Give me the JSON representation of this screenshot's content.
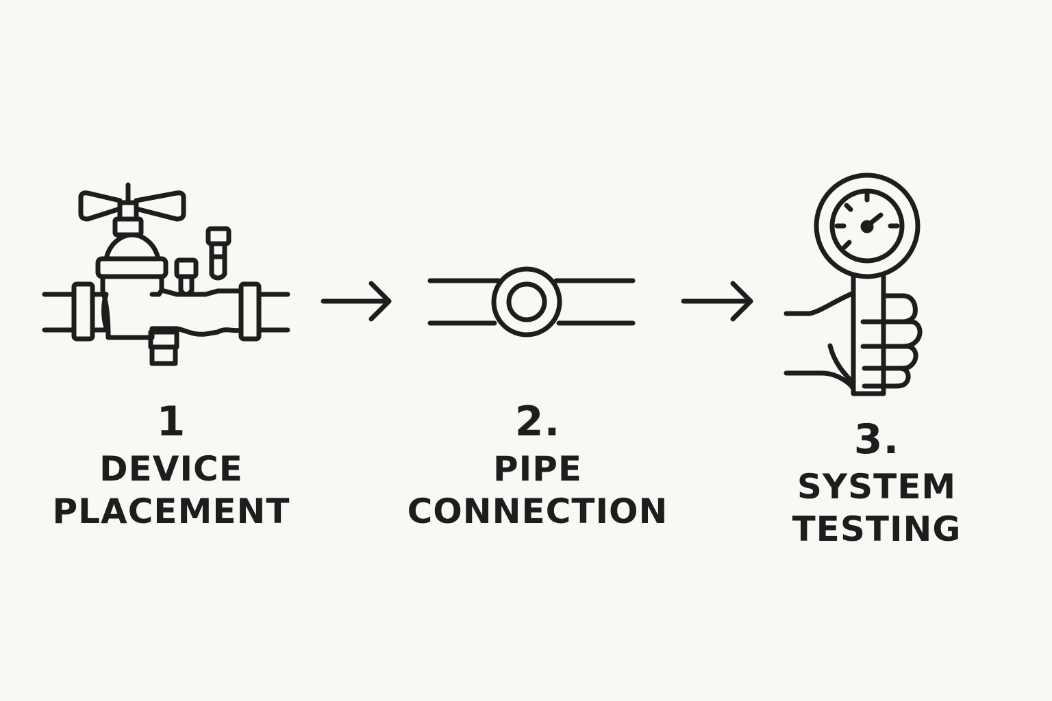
{
  "steps": [
    {
      "number": "1",
      "line1": "DEVICE",
      "line2": "PLACEMENT",
      "icon": "backflow-preventer-valve-icon"
    },
    {
      "number": "2.",
      "line1": "PIPE",
      "line2": "CONNECTION",
      "icon": "pipe-coupling-icon"
    },
    {
      "number": "3.",
      "line1": "SYSTEM",
      "line2": "TESTING",
      "icon": "hand-holding-pressure-gauge-icon"
    }
  ],
  "connectors": [
    "right-arrow-icon",
    "right-arrow-icon"
  ],
  "colors": {
    "background": "#f9f8f4",
    "ink": "#1d1d1d"
  }
}
